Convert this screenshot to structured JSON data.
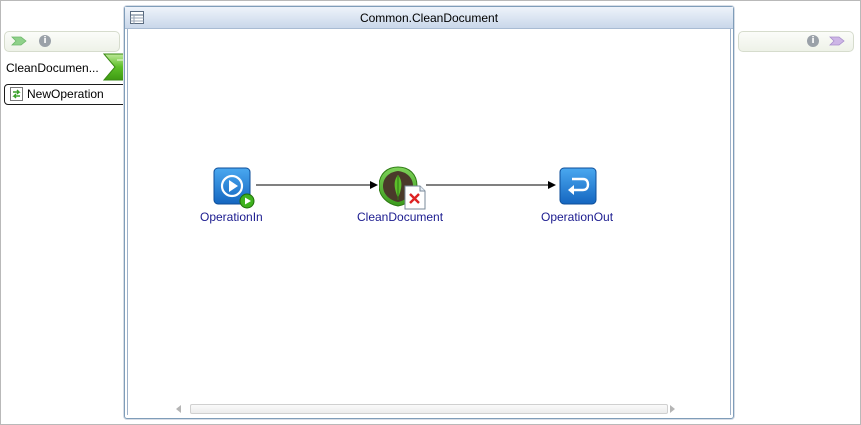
{
  "window": {
    "title": "Common.CleanDocument"
  },
  "left_panel": {
    "operation_label": "CleanDocumen...",
    "new_operation_label": "NewOperation"
  },
  "diagram": {
    "nodes": [
      {
        "id": "operation_in",
        "label": "OperationIn",
        "icon": "play-icon"
      },
      {
        "id": "clean_document",
        "label": "CleanDocument",
        "icon": "mongodb-leaf-icon"
      },
      {
        "id": "operation_out",
        "label": "OperationOut",
        "icon": "return-arrow-icon"
      }
    ]
  },
  "colors": {
    "node_label": "#1b1b8f",
    "node_blue": "#1a7fd6",
    "green_accent": "#4caf1f",
    "title_bar": "#c9d7ea"
  }
}
